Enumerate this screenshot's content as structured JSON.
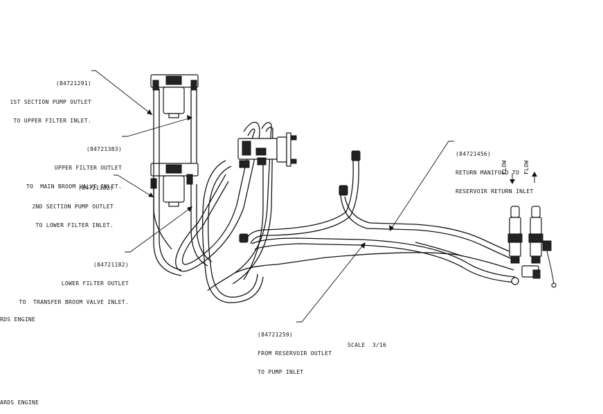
{
  "callouts": {
    "c1": {
      "part": "(84721291)",
      "line1": "1ST SECTION PUMP OUTLET",
      "line2": "TO UPPER FILTER INLET."
    },
    "c2": {
      "part": "(84721383)",
      "line1": "UPPER FILTER OUTLET",
      "line2": "TO  MAIN BROOM VALVE INLET."
    },
    "c3": {
      "part": "(84721182)",
      "line1": "2ND SECTION PUMP OUTLET",
      "line2": "TO LOWER FILTER INLET."
    },
    "c4": {
      "part": "(84721182)",
      "line1": "LOWER FILTER OUTLET",
      "line2": "TO  TRANSFER BROOM VALVE INLET."
    },
    "c5": {
      "part": "(84721456)",
      "line1": "RETURN MANIFOLD TO",
      "line2": "RESERVOIR RETURN INLET"
    },
    "c6": {
      "part": "(84721259)",
      "line1": "FROM RESERVOIR OUTLET",
      "line2": "TO PUMP INLET"
    }
  },
  "flow_labels": [
    "FLOW",
    "FLOW"
  ],
  "scale": "SCALE  3/16",
  "engine_labels": [
    "RDS ENGINE",
    "ARDS ENGINE"
  ],
  "icons": [
    "hydraulic-filter-icon",
    "flow-arrow-icon",
    "valve-fitting-icon",
    "pump-icon"
  ]
}
